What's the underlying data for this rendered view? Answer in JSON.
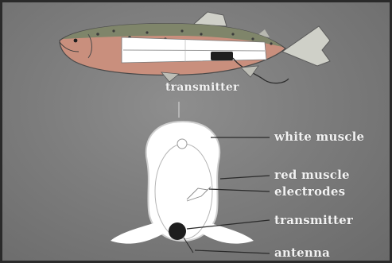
{
  "figure": {
    "top_label": "transmitter",
    "labels": {
      "white_muscle": "white muscle",
      "red_muscle": "red muscle",
      "electrodes": "electrodes",
      "transmitter": "transmitter",
      "antenna": "antenna"
    }
  },
  "colors": {
    "background": "#7d7d7d",
    "fish_body": "#c98f7d",
    "fish_back": "#8a8f6e",
    "section": "#ffffff",
    "transmitter": "#1e1e1e",
    "label_text": "#f2f2f2"
  }
}
